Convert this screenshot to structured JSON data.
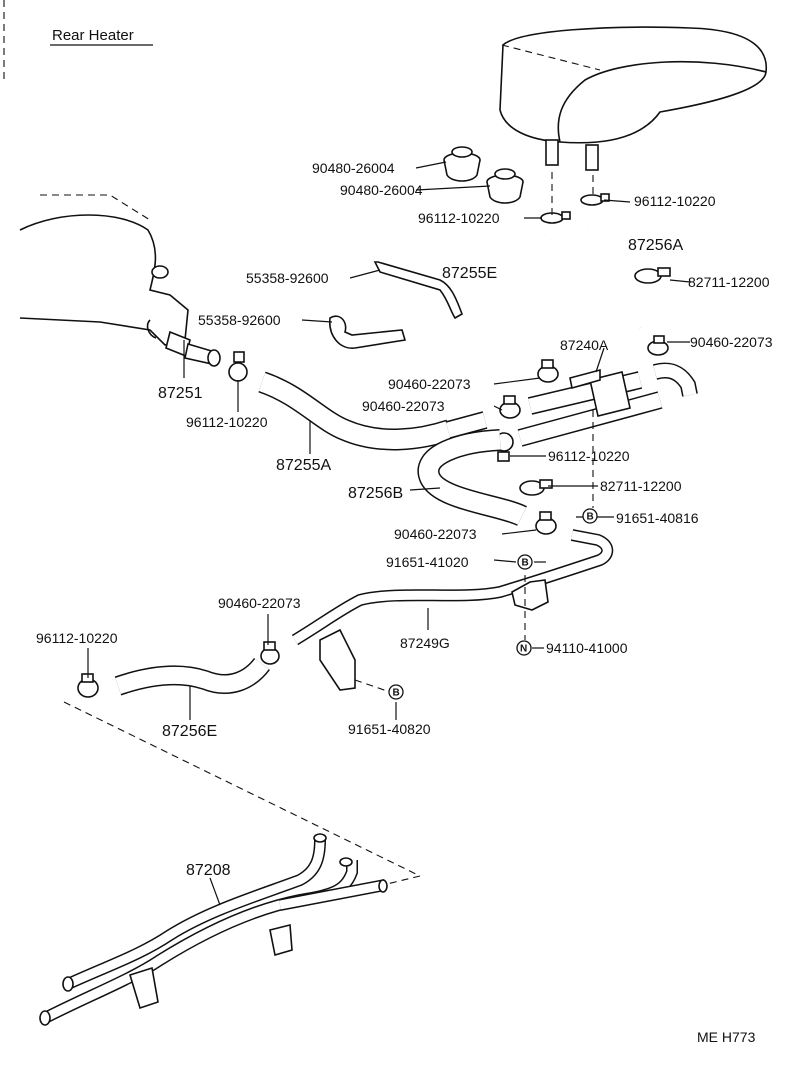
{
  "title": "Rear Heater",
  "footer_code": "ME H773",
  "symbols": {
    "b": "B",
    "n": "N"
  },
  "labels": {
    "p90480_a": "90480-26004",
    "p90480_b": "90480-26004",
    "p96112_top_right": "96112-10220",
    "p96112_top_mid": "96112-10220",
    "p87256A": "87256A",
    "p87255E": "87255E",
    "p82711_top": "82711-12200",
    "p55358_a": "55358-92600",
    "p55358_b": "55358-92600",
    "p90460_right": "90460-22073",
    "p87240A": "87240A",
    "p87251": "87251",
    "p90460_mid1": "90460-22073",
    "p90460_mid2": "90460-22073",
    "p96112_left": "96112-10220",
    "p96112_mid": "96112-10220",
    "p87255A": "87255A",
    "p82711_mid": "82711-12200",
    "p87256B": "87256B",
    "p91651_40816": "91651-40816",
    "p90460_low": "90460-22073",
    "p91651_41020": "91651-41020",
    "p90460_left": "90460-22073",
    "p87249G": "87249G",
    "p94110": "94110-41000",
    "p96112_far_left": "96112-10220",
    "p87256E": "87256E",
    "p91651_40820": "91651-40820",
    "p87208": "87208"
  }
}
